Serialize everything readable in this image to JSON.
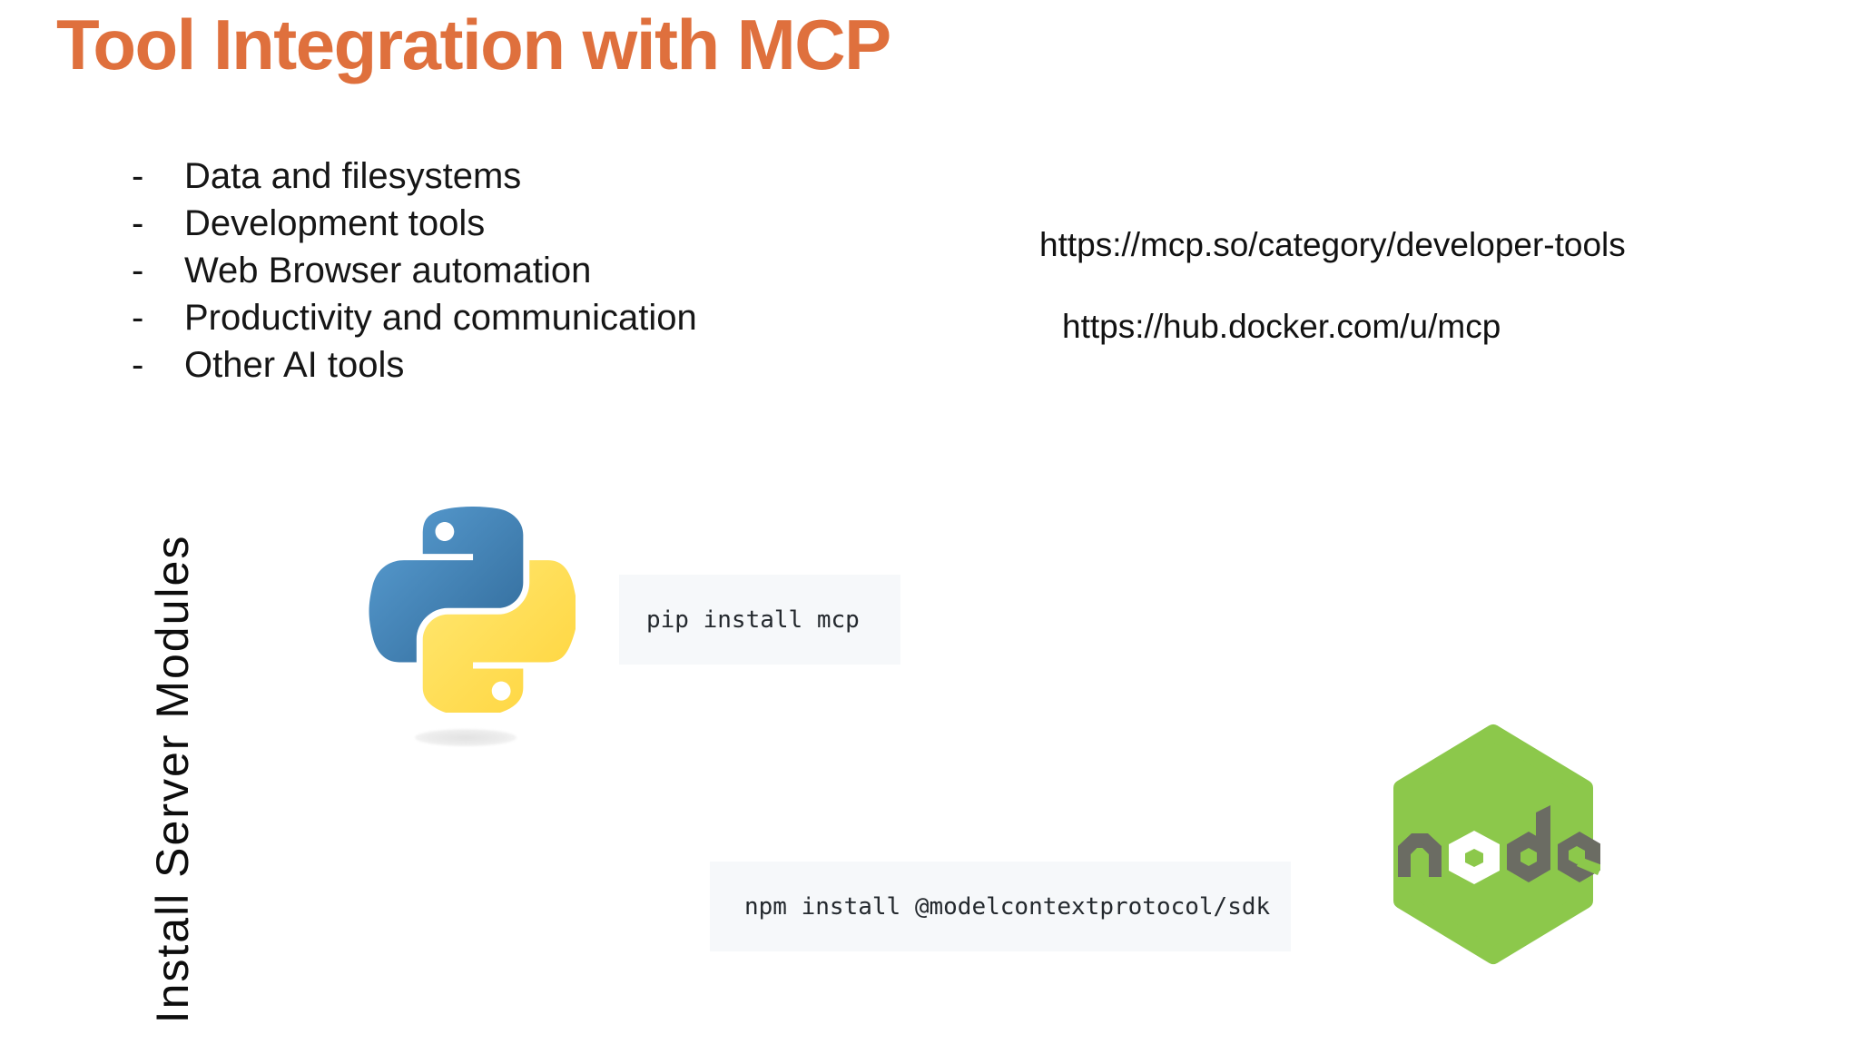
{
  "slide": {
    "title": "Tool Integration with MCP",
    "title_color": "#DF703D",
    "background": "#FFFFFF",
    "bullet_marker": "-",
    "bullets": [
      "Data and filesystems",
      "Development tools",
      "Web Browser automation",
      "Productivity and communication",
      "Other AI tools"
    ],
    "links": [
      "https://mcp.so/category/developer-tools",
      "https://hub.docker.com/u/mcp"
    ],
    "section_label": "Install Server Modules",
    "code_blocks": [
      {
        "id": "pip",
        "text": "pip install mcp",
        "bg": "#F6F8FA",
        "fg": "#24292E"
      },
      {
        "id": "npm",
        "text": "npm install @modelcontextprotocol/sdk",
        "bg": "#F6F8FA",
        "fg": "#24292E"
      }
    ],
    "logos": {
      "python": {
        "name": "python-logo",
        "blue_start": "#5A9FD4",
        "blue_end": "#306998",
        "yellow_start": "#FFE873",
        "yellow_end": "#FFD43B"
      },
      "node": {
        "name": "nodejs-logo",
        "text": "node",
        "green": "#8CC84B",
        "letter_color": "#6B6C63",
        "o_color": "#FFFFFF"
      }
    }
  }
}
